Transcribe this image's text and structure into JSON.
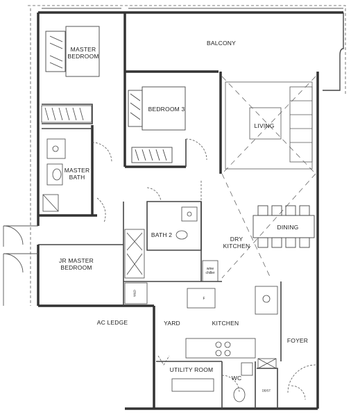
{
  "rooms": {
    "balcony": "BALCONY",
    "master_bedroom_line1": "MASTER",
    "master_bedroom_line2": "BEDROOM",
    "bedroom3": "BEDROOM 3",
    "living": "LIVING",
    "master_bath_line1": "MASTER",
    "master_bath_line2": "BATH",
    "bath2": "BATH 2",
    "dining": "DINING",
    "dry_kitchen_line1": "DRY",
    "dry_kitchen_line2": "KITCHEN",
    "jr_master_line1": "JR MASTER",
    "jr_master_line2": "BEDROOM",
    "ac_ledge": "AC LEDGE",
    "yard": "YARD",
    "kitchen": "KITCHEN",
    "foyer": "FOYER",
    "utility_room": "UTILITY ROOM",
    "wc": "WC"
  },
  "fixtures": {
    "wine_chiller_line1": "wine",
    "wine_chiller_line2": "chiller",
    "fridge": "F",
    "washer_dryer": "W&D",
    "db_st": "DB/ST"
  },
  "colors": {
    "wall": "#333333",
    "line": "#555555",
    "background": "#ffffff"
  }
}
